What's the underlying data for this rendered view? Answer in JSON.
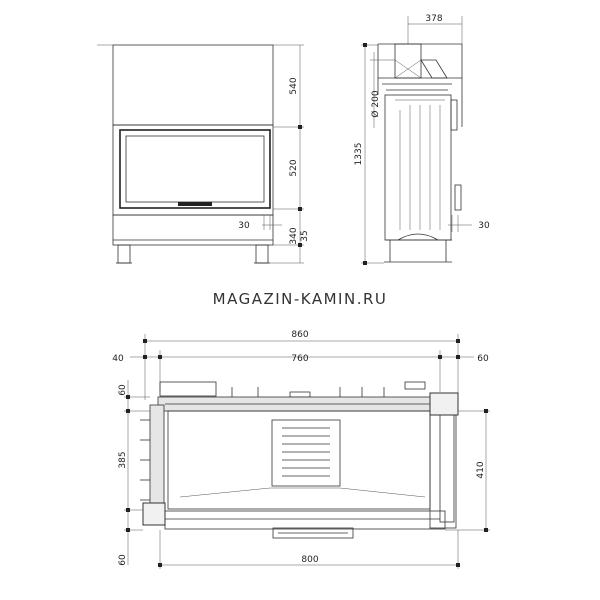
{
  "watermark": "MAGAZIN-KAMIN.RU",
  "front_view": {
    "dims": {
      "top": "540",
      "mid": "520",
      "side": "30",
      "bottom": "340",
      "feet": "35"
    }
  },
  "side_view": {
    "dims": {
      "depth": "378",
      "flue": "Ø 200",
      "height": "1335",
      "side": "30"
    }
  },
  "plan_view": {
    "dims": {
      "overall_width": "860",
      "inner_width": "760",
      "left_offset": "40",
      "right_offset": "60",
      "top_offset": "60",
      "depth_left": "385",
      "depth_right": "410",
      "bottom_offset": "60",
      "bottom_width": "800"
    }
  }
}
